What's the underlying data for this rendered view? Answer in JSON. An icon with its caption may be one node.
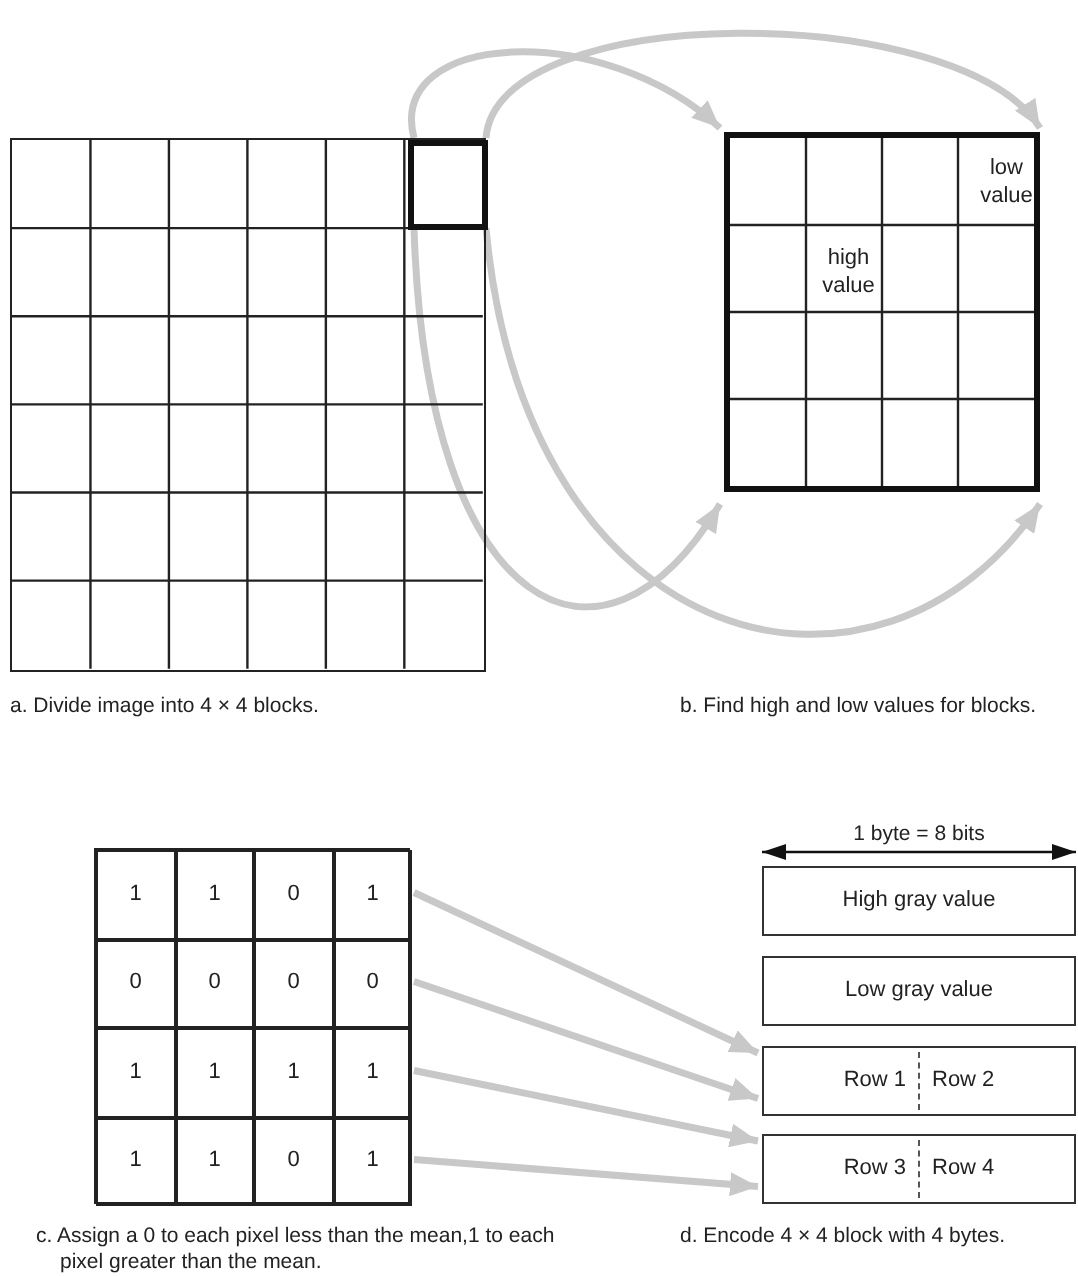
{
  "diagram": {
    "nodes": [
      {
        "text": [],
        "shape": "grid"
      },
      {
        "text": [],
        "shape": "box",
        "in": 0
      },
      {
        "text": [],
        "shape": "grid"
      },
      {
        "text": [
          "low value"
        ],
        "in": 2
      },
      {
        "text": [
          "high value"
        ],
        "in": 2
      },
      {
        "text": [],
        "shape": "grid"
      },
      {
        "text": [
          "1"
        ],
        "in": 5
      },
      {
        "text": [
          "1"
        ],
        "in": 5
      },
      {
        "text": [
          "0"
        ],
        "in": 5
      },
      {
        "text": [
          "1"
        ],
        "in": 5
      },
      {
        "text": [
          "0"
        ],
        "in": 5
      },
      {
        "text": [
          "0"
        ],
        "in": 5
      },
      {
        "text": [
          "0"
        ],
        "in": 5
      },
      {
        "text": [
          "0"
        ],
        "in": 5
      },
      {
        "text": [
          "1"
        ],
        "in": 5
      },
      {
        "text": [
          "1"
        ],
        "in": 5
      },
      {
        "text": [
          "1"
        ],
        "in": 5
      },
      {
        "text": [
          "1"
        ],
        "in": 5
      },
      {
        "text": [
          "1"
        ],
        "in": 5
      },
      {
        "text": [
          "1"
        ],
        "in": 5
      },
      {
        "text": [
          "0"
        ],
        "in": 5
      },
      {
        "text": [
          "1"
        ],
        "in": 5
      },
      {
        "text": [
          "High gray value"
        ]
      },
      {
        "text": [
          "Low gray value"
        ]
      },
      {
        "text": [
          "Row 1",
          "Row 2"
        ]
      },
      {
        "text": [
          "Row 3",
          "Row 4"
        ]
      }
    ],
    "edges": [
      {
        "from": 1,
        "to": 2,
        "arrow": "to"
      },
      {
        "from": 1,
        "to": 2,
        "arrow": "to"
      },
      {
        "from": 1,
        "to": 2,
        "arrow": "to"
      },
      {
        "from": 1,
        "to": 2,
        "arrow": "to"
      },
      {
        "from": 9,
        "to": 24,
        "arrow": "to"
      },
      {
        "from": 13,
        "to": 24,
        "arrow": "to"
      },
      {
        "from": 17,
        "to": 25,
        "arrow": "to"
      },
      {
        "from": 21,
        "to": 25,
        "arrow": "to"
      }
    ],
    "labels": [
      "a. Divide image into 4 × 4 blocks.",
      "b. Find high and low values for blocks.",
      "1 byte = 8 bits",
      "c. Assign a 0 to each pixel less than the mean,1 to each pixel greater than the mean.",
      "d. Encode 4 × 4 block with 4 bytes."
    ]
  }
}
